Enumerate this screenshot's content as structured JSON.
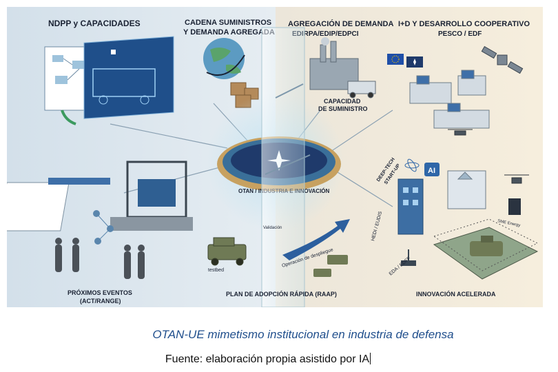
{
  "figure": {
    "panels": {
      "ndpp": {
        "title": "NDPP y CAPACIDADES"
      },
      "supply": {
        "title_line1": "CADENA SUMINISTROS",
        "title_line2": "Y DEMANDA AGREGADA"
      },
      "aggregation": {
        "title": "AGREGACIÓN DE DEMANDA",
        "subtitle": "EDIRPA/EDIP/EDPCI",
        "note_line1": "CAPACIDAD",
        "note_line2": "DE SUMINISTRO"
      },
      "rnd": {
        "title": "I+D Y DESARROLLO COOPERATIVO",
        "subtitle": "PESCO / EDF"
      },
      "events": {
        "title": "PRÓXIMOS EVENTOS",
        "subtitle": "(ACT/RANGE)"
      },
      "raap": {
        "title": "PLAN DE ADOPCIÓN RÁPIDA (RAAP)",
        "tag_testbed": "testbed",
        "tag_validation": "Validación",
        "tag_deployment": "Operación de despliegue"
      },
      "innovation": {
        "title": "INNOVACIÓN ACELERADA",
        "tag_deeptech_1": "DEEP-TECH",
        "tag_deeptech_2": "START-UP",
        "tag_ai": "AI",
        "tag_hedi": "HEDI / EUDIS",
        "tag_eda": "EDA / EDFF",
        "tag_sme": "SME Energy"
      }
    },
    "center_ring_text": "OTAN / INDUSTRIA E INNOVACIÓN",
    "colors": {
      "nato_blue": "#1f3a6b",
      "eu_blue": "#1f4fa8",
      "eu_star": "#f2c300",
      "left_bg": "#dbe6ee",
      "right_bg": "#f3ead8"
    }
  },
  "caption": {
    "title": "OTAN-UE mimetismo institucional en industria de defensa",
    "source": "Fuente: elaboración propia asistido por IA"
  }
}
